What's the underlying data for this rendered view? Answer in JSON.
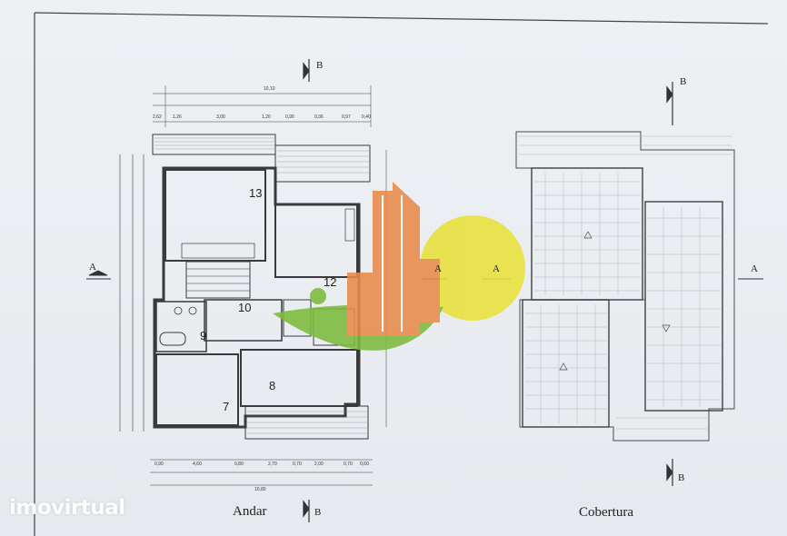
{
  "plans": [
    {
      "caption": "Andar"
    },
    {
      "caption": "Cobertura"
    }
  ],
  "rooms": [
    "13",
    "12",
    "10",
    "9",
    "7",
    "8"
  ],
  "section_markers": {
    "a": "A",
    "b": "B"
  },
  "dimensions": {
    "total_width": "10,10",
    "top_row": [
      "2,62",
      "1,26",
      "3,00",
      "1,20",
      "0,90",
      "0,36",
      "0,97",
      "0,40"
    ],
    "bottom_row": [
      "0,90",
      "4,60",
      "0,80",
      "2,70",
      "0,70",
      "2,00",
      "0,70",
      "0,60"
    ],
    "bottom_total": "10,80"
  },
  "logo": {
    "colors": {
      "orange": "#e8894a",
      "green": "#7cbb3c",
      "yellow": "#e8e13a"
    }
  },
  "watermark": "imovirtual",
  "colors": {
    "line": "#3a3a3a",
    "paper": "#eceff2"
  }
}
